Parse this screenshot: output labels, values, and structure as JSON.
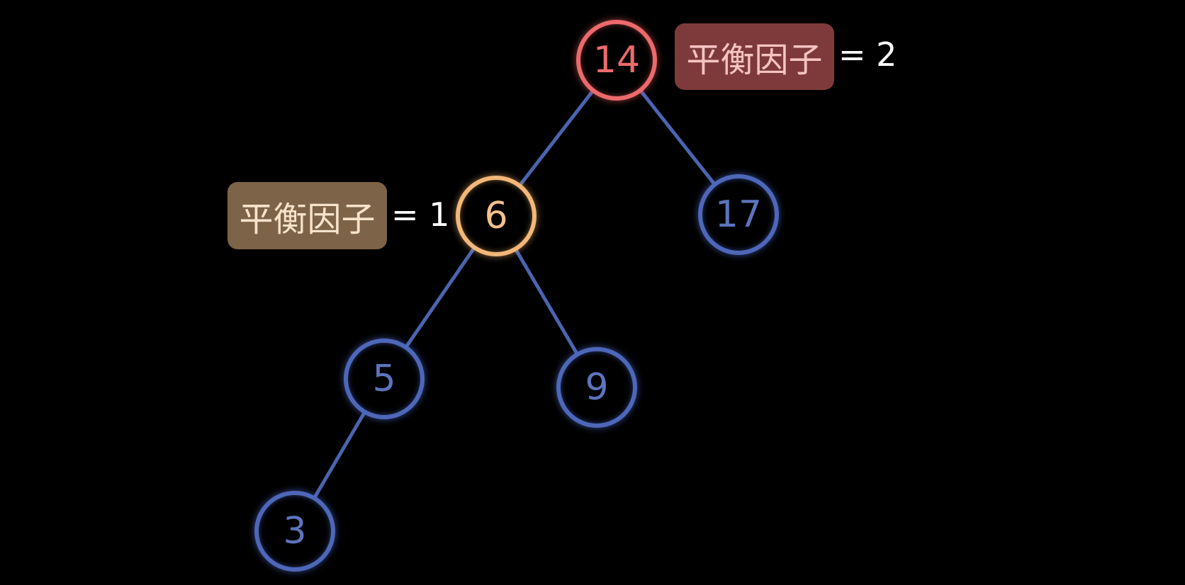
{
  "tree": {
    "nodes": [
      {
        "id": "n14",
        "value": "14",
        "state": "unbalanced"
      },
      {
        "id": "n6",
        "value": "6",
        "state": "warning"
      },
      {
        "id": "n17",
        "value": "17",
        "state": "normal"
      },
      {
        "id": "n5",
        "value": "5",
        "state": "normal"
      },
      {
        "id": "n9",
        "value": "9",
        "state": "normal"
      },
      {
        "id": "n3",
        "value": "3",
        "state": "normal"
      }
    ],
    "edges": [
      [
        "n14",
        "n6"
      ],
      [
        "n14",
        "n17"
      ],
      [
        "n6",
        "n5"
      ],
      [
        "n6",
        "n9"
      ],
      [
        "n5",
        "n3"
      ]
    ]
  },
  "annotations": [
    {
      "node": "n14",
      "label": "平衡因子",
      "value": "= 2"
    },
    {
      "node": "n6",
      "label": "平衡因子",
      "value": "= 1"
    }
  ],
  "colors": {
    "background": "#000000",
    "edge": "#4a64b0",
    "normal": "#4e67b9",
    "unbalanced": "#ec6a6c",
    "warning": "#f2b779",
    "label_red_bg": "#7e3a3a",
    "label_brown_bg": "#7d6347"
  }
}
